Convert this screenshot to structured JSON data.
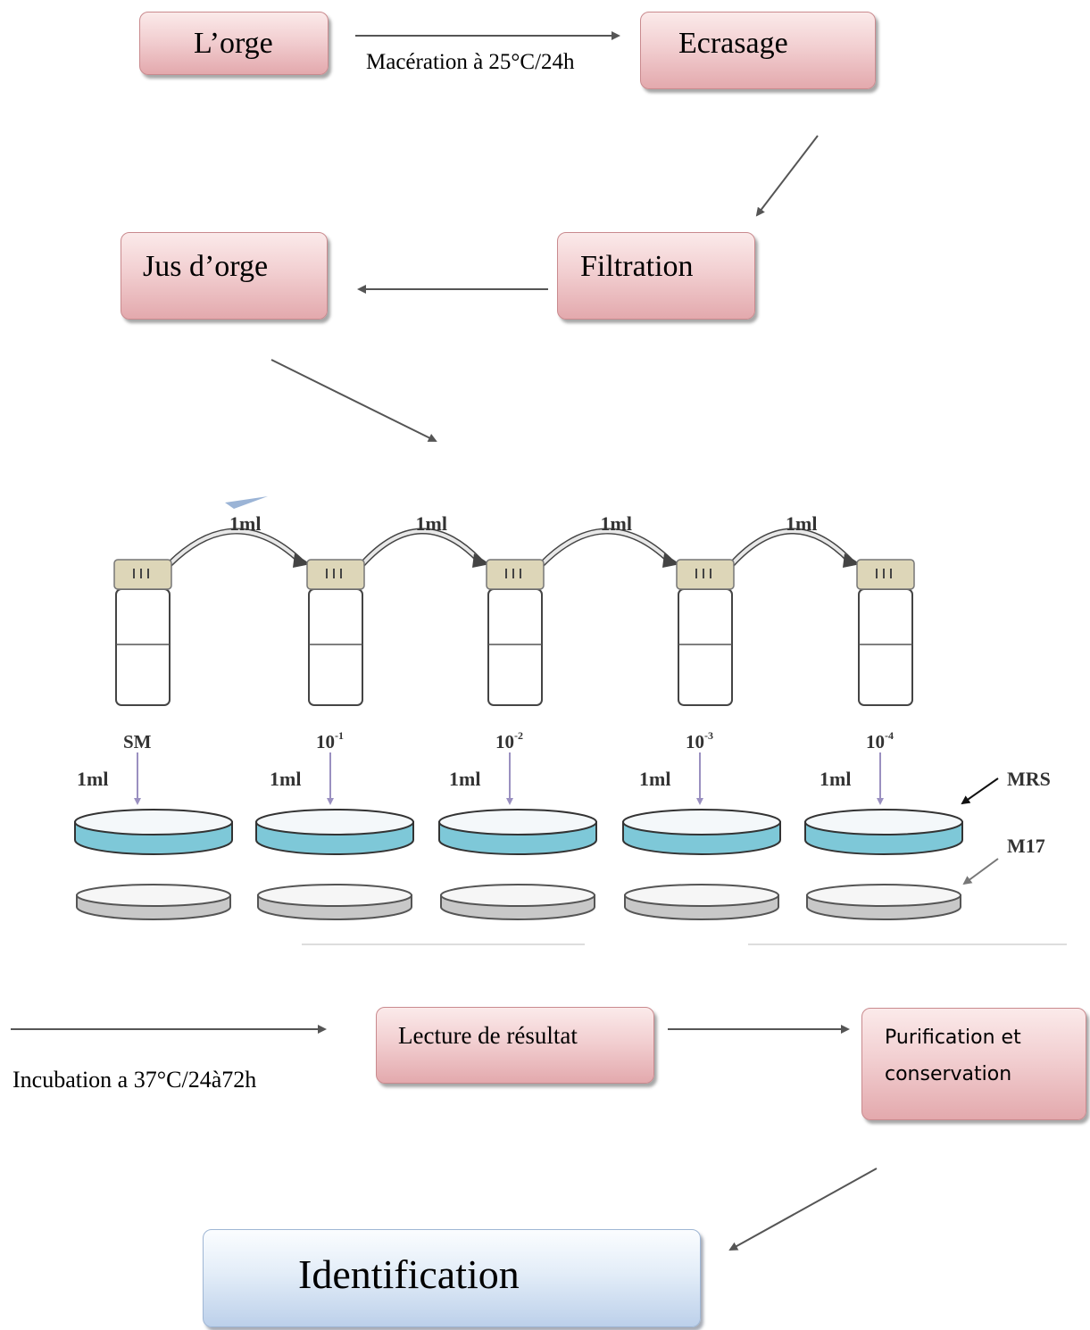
{
  "steps": {
    "orge": "L’orge",
    "maceration": "Macération à 25°C/24h",
    "ecrasage": "Ecrasage",
    "filtration": "Filtration",
    "jus": "Jus d’orge",
    "incubation": "Incubation a 37°C/24à72h",
    "lecture": "Lecture de résultat",
    "purification_line1": "Purification et",
    "purification_line2": "conservation",
    "identification": "Identification"
  },
  "dilution": {
    "transfer_label": "1ml",
    "tubes": [
      {
        "base": "SM",
        "exp": ""
      },
      {
        "base": "10",
        "exp": "-1"
      },
      {
        "base": "10",
        "exp": "-2"
      },
      {
        "base": "10",
        "exp": "-3"
      },
      {
        "base": "10",
        "exp": "-4"
      }
    ],
    "media": [
      "MRS",
      "M17"
    ]
  },
  "colors": {
    "step_box": "#f2cfd1",
    "identification_box": "#e3edf8",
    "mrs_medium": "#7ec8d8",
    "m17_dish": "#c8c8c8",
    "arrow": "#555555",
    "tube_cap": "#ddd6b8"
  }
}
